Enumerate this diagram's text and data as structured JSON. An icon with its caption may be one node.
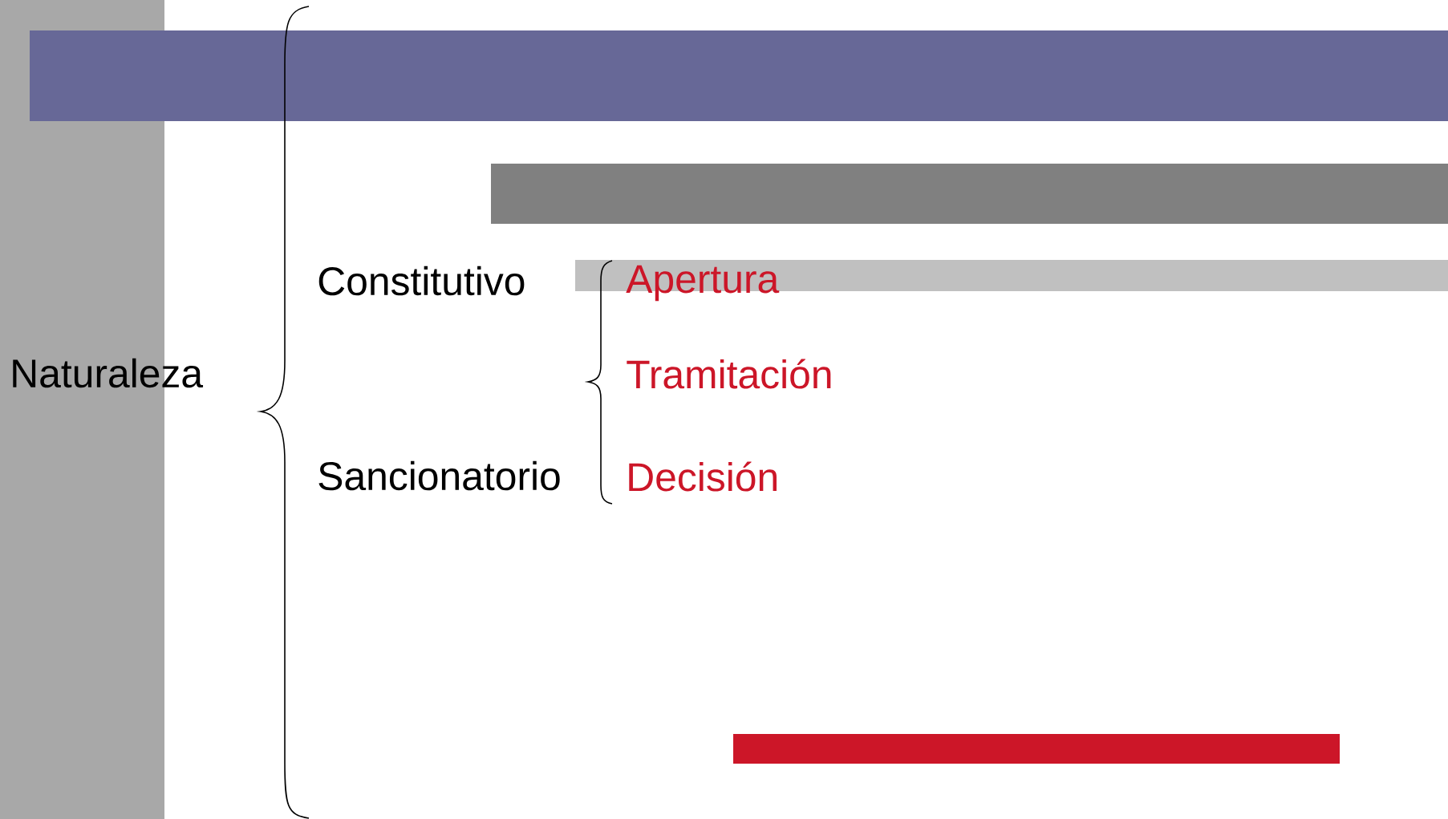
{
  "diagram": {
    "labels": [
      "Naturaleza",
      "Constitutivo",
      "Sancionatorio",
      "Apertura",
      "Tramitación",
      "Decisión"
    ]
  }
}
